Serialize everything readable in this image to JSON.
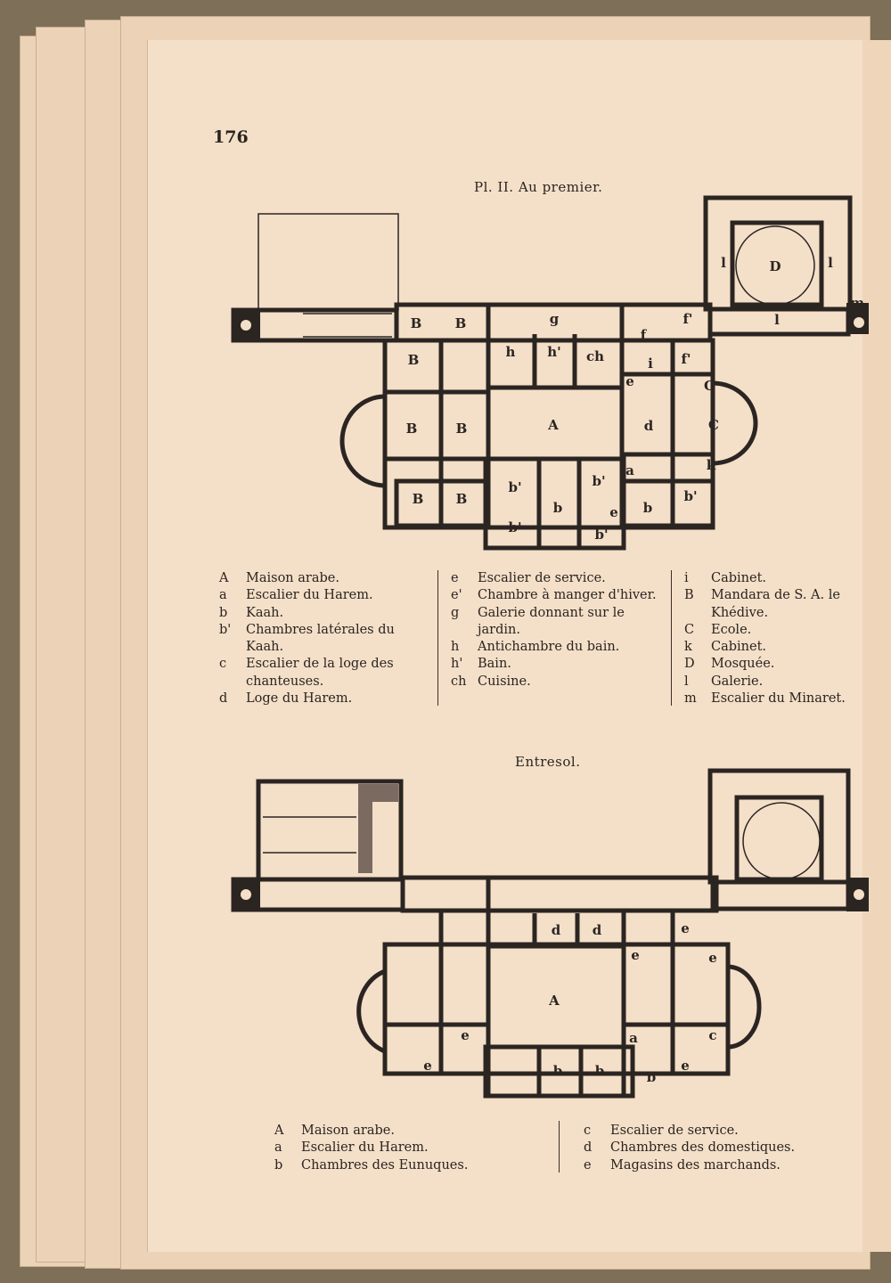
{
  "page_number": "176",
  "plan1": {
    "title": "Pl. II. Au premier.",
    "labels": [
      "B",
      "B",
      "g",
      "f",
      "f'",
      "B",
      "h",
      "h'",
      "ch",
      "f'",
      "C",
      "B",
      "B",
      "A",
      "d",
      "C",
      "k",
      "b'",
      "b'",
      "b",
      "B",
      "B",
      "b",
      "b'",
      "b'",
      "b'",
      "e",
      "a",
      "i",
      "e",
      "D",
      "l",
      "l",
      "l",
      "m"
    ],
    "legend_col1": [
      {
        "key": "A",
        "text": "Maison arabe."
      },
      {
        "key": "a",
        "text": "Escalier du Harem."
      },
      {
        "key": "b",
        "text": "Kaah."
      },
      {
        "key": "b'",
        "text": "Chambres latérales du Kaah."
      },
      {
        "key": "c",
        "text": "Escalier de la loge des chanteuses."
      },
      {
        "key": "d",
        "text": "Loge du Harem."
      }
    ],
    "legend_col2": [
      {
        "key": "e",
        "text": "Escalier de service."
      },
      {
        "key": "e'",
        "text": "Chambre à manger d'hiver."
      },
      {
        "key": "g",
        "text": "Galerie donnant sur le jardin."
      },
      {
        "key": "h",
        "text": "Antichambre du bain."
      },
      {
        "key": "h'",
        "text": "Bain."
      },
      {
        "key": "ch",
        "text": "Cuisine."
      }
    ],
    "legend_col3": [
      {
        "key": "i",
        "text": "Cabinet."
      },
      {
        "key": "B",
        "text": "Mandara de S. A. le Khédive."
      },
      {
        "key": "C",
        "text": "Ecole."
      },
      {
        "key": "k",
        "text": "Cabinet."
      },
      {
        "key": "D",
        "text": "Mosquée."
      },
      {
        "key": "l",
        "text": "Galerie."
      },
      {
        "key": "m",
        "text": "Escalier du Minaret."
      }
    ]
  },
  "plan2": {
    "title": "Entresol.",
    "labels": [
      "d",
      "d",
      "e",
      "e",
      "e",
      "A",
      "e",
      "a",
      "c",
      "e",
      "b",
      "b",
      "b",
      "e"
    ],
    "legend_col1": [
      {
        "key": "A",
        "text": "Maison arabe."
      },
      {
        "key": "a",
        "text": "Escalier du Harem."
      },
      {
        "key": "b",
        "text": "Chambres des Eunuques."
      }
    ],
    "legend_col2": [
      {
        "key": "c",
        "text": "Escalier de service."
      },
      {
        "key": "d",
        "text": "Chambres des domestiques."
      },
      {
        "key": "e",
        "text": "Magasins des marchands."
      }
    ]
  }
}
